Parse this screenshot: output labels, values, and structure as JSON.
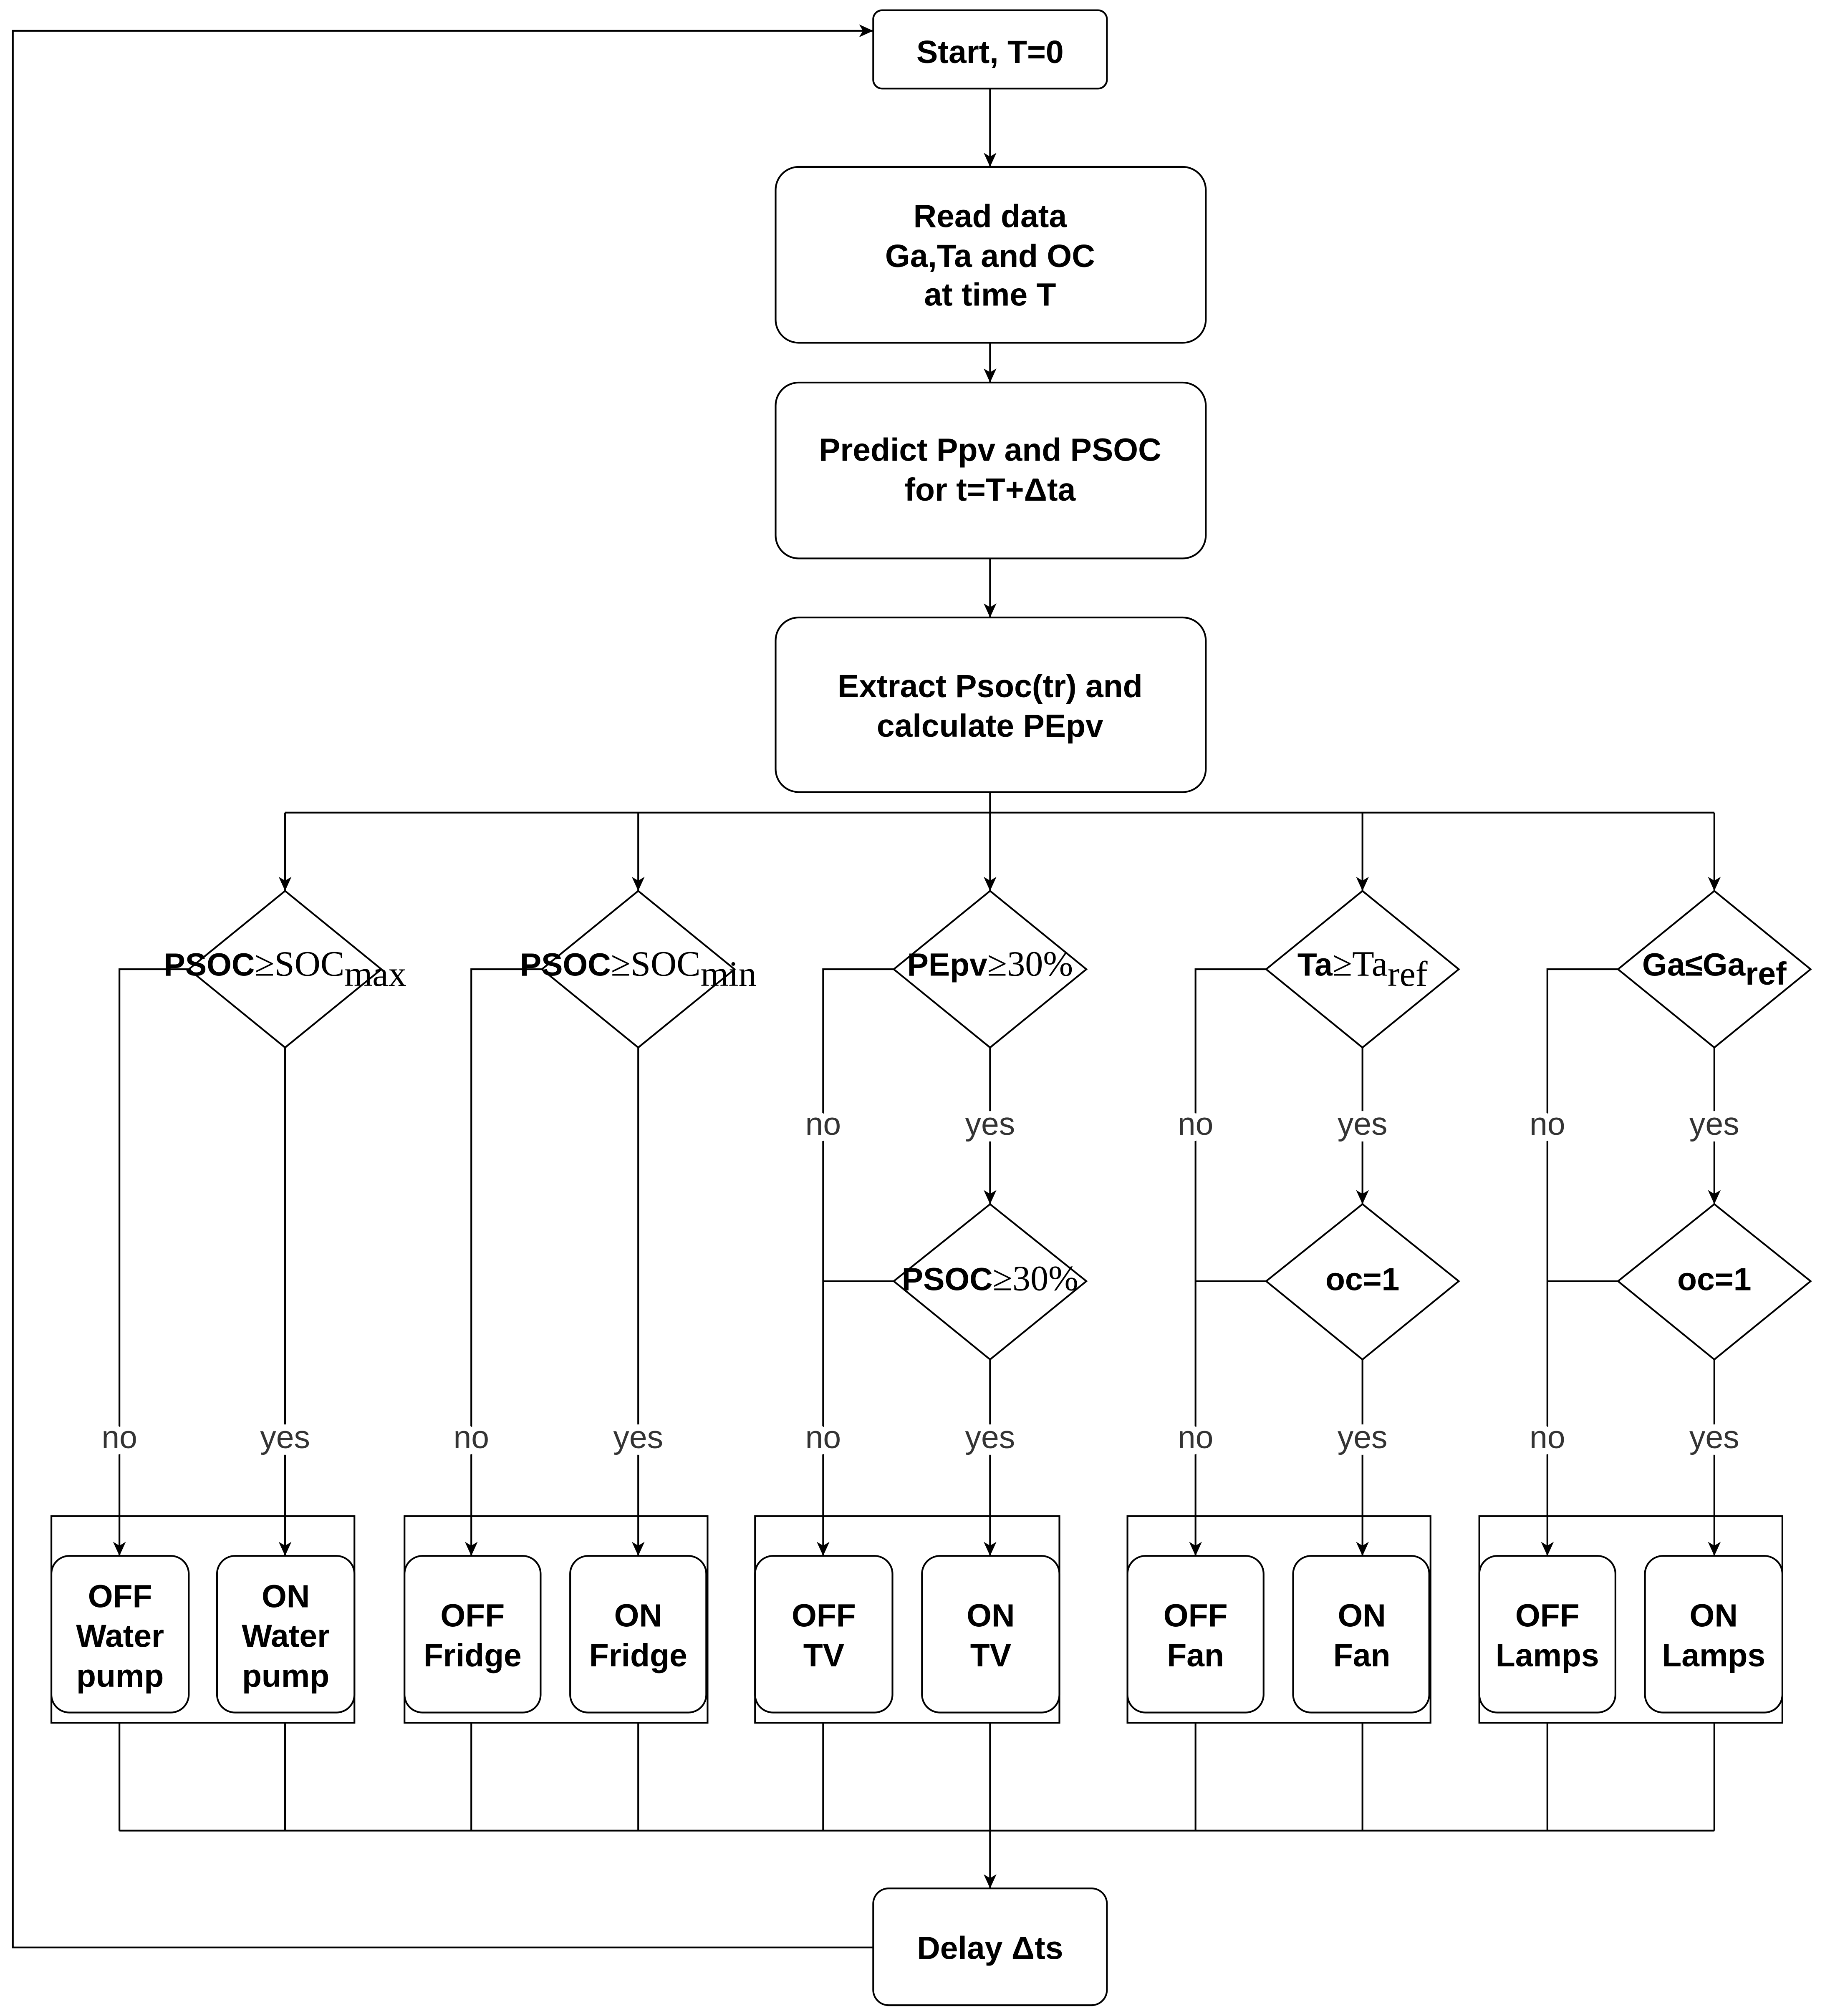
{
  "steps": {
    "start": [
      "Start, T=0"
    ],
    "read_data": [
      "Read data",
      "Ga,Ta and OC",
      "at time T"
    ],
    "predict": [
      "Predict Ppv and PSOC",
      "for t=T+Δta"
    ],
    "extract": [
      "Extract Psoc(tr) and",
      "calculate PEpv"
    ],
    "delay": [
      "Delay Δts"
    ]
  },
  "decisions": {
    "water_pump": {
      "text": "PSOC",
      "rel": "≥SOC",
      "sub": "max"
    },
    "fridge": {
      "text": "PSOC",
      "rel": "≥SOC",
      "sub": "min"
    },
    "tv_pepv": {
      "text": "PEpv",
      "rel": "≥30%"
    },
    "tv_psoc": {
      "text": "PSOC",
      "rel": "≥30%"
    },
    "fan_ta": {
      "text": "Ta",
      "rel": "≥Ta",
      "sub": "ref"
    },
    "fan_oc": {
      "text": "oc=1"
    },
    "lamps_ga": {
      "text": "Ga≤Ga",
      "sub": "ref"
    },
    "lamps_oc": {
      "text": "oc=1"
    }
  },
  "loads": {
    "water_pump": {
      "off": [
        "OFF",
        "Water",
        "pump"
      ],
      "on": [
        "ON",
        "Water",
        "pump"
      ]
    },
    "fridge": {
      "off": [
        "OFF",
        "Fridge"
      ],
      "on": [
        "ON",
        "Fridge"
      ]
    },
    "tv": {
      "off": [
        "OFF",
        "TV"
      ],
      "on": [
        "ON",
        "TV"
      ]
    },
    "fan": {
      "off": [
        "OFF",
        "Fan"
      ],
      "on": [
        "ON",
        "Fan"
      ]
    },
    "lamps": {
      "off": [
        "OFF",
        "Lamps"
      ],
      "on": [
        "ON",
        "Lamps"
      ]
    }
  },
  "branch_labels": {
    "no": "no",
    "yes": "yes"
  }
}
